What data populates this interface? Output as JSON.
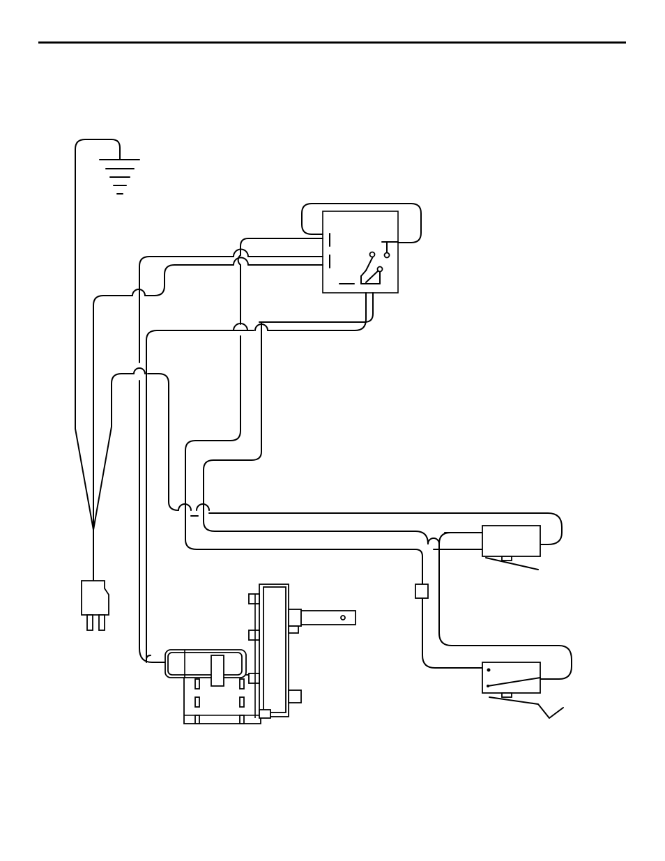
{
  "page": {
    "background": "#ffffff",
    "ink": "#000000"
  },
  "diagram": {
    "components": [
      {
        "id": "ground",
        "icon": "ground-symbol-icon"
      },
      {
        "id": "relay",
        "icon": "relay-switch-icon"
      },
      {
        "id": "power-plug",
        "icon": "three-prong-plug-icon"
      },
      {
        "id": "timer-motor",
        "icon": "timer-motor-icon"
      },
      {
        "id": "upper-switch",
        "icon": "lever-switch-icon"
      },
      {
        "id": "lower-switch",
        "icon": "lever-switch-icon"
      },
      {
        "id": "in-line-connector",
        "icon": "connector-icon"
      }
    ]
  }
}
